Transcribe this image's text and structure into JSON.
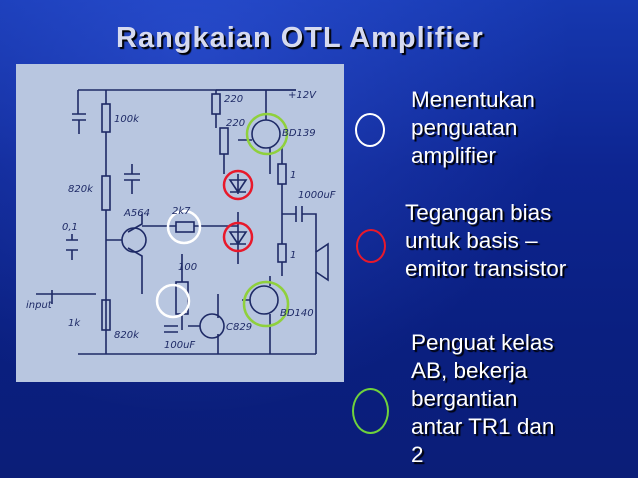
{
  "slide": {
    "title": "Rangkaian OTL Amplifier",
    "bullets": [
      {
        "marker_color": "#ffffff",
        "lines": [
          "Menentukan",
          "penguatan",
          "amplifier"
        ]
      },
      {
        "marker_color": "#e8192b",
        "lines": [
          "Tegangan bias",
          "untuk basis –",
          "emitor transistor"
        ]
      },
      {
        "marker_color": "#6fd23c",
        "lines": [
          "Penguat kelas",
          "AB, bekerja",
          "bergantian",
          "antar TR1 dan",
          "2"
        ]
      }
    ]
  },
  "schematic": {
    "labels": {
      "supply": "+12V",
      "r1": "100k",
      "r2": "820k",
      "r3": "820k",
      "c_in": "0,1",
      "input": "input",
      "r_in": "1k",
      "q1": "A564",
      "r_2k7": "2k7",
      "r_100": "100",
      "c_100u": "100uF",
      "q3": "C829",
      "r_220a": "220",
      "r_220b": "220",
      "q_top": "BD139",
      "q_bot": "BD140",
      "r_1a": "1",
      "r_1b": "1",
      "c_out": "1000uF"
    },
    "circle_colors": {
      "white": "#ffffff",
      "red": "#e8192b",
      "green": "#8fd03c"
    }
  }
}
